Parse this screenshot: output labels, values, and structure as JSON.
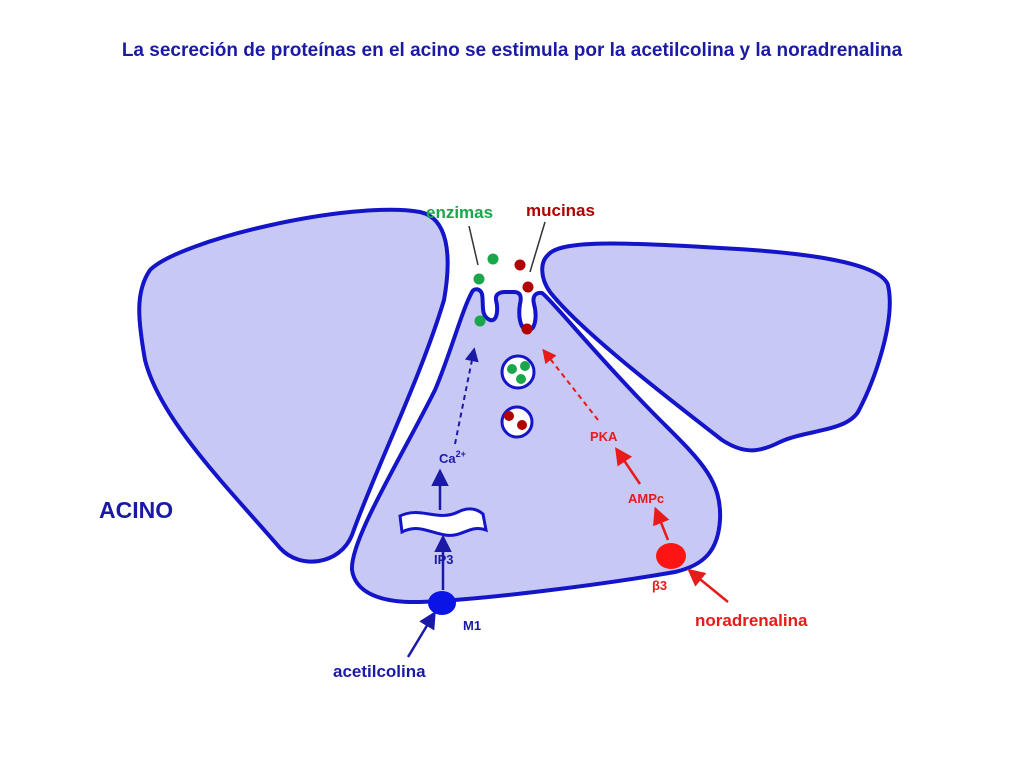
{
  "title": "La secreción de proteínas en el acino se estimula por la acetilcolina y la noradrenalina",
  "labels": {
    "acino": "ACINO",
    "enzimas": "enzimas",
    "mucinas": "mucinas",
    "ca": "Ca",
    "ca_sup": "2+",
    "ip3": "IP3",
    "m1": "M1",
    "acetilcolina": "acetilcolina",
    "pka": "PKA",
    "ampc": "AMPc",
    "beta3": "β3",
    "noradrenalina": "noradrenalina"
  },
  "colors": {
    "title": "#1a1aa6",
    "cell_fill": "#c8c8f5",
    "cell_stroke": "#1414c8",
    "cholinergic": "#1a1aa6",
    "adrenergic": "#e81a1a",
    "enzimas": "#1aa64a",
    "mucinas": "#b00000",
    "blue_receptor": "#0a14e6",
    "red_receptor": "#ff1414"
  }
}
